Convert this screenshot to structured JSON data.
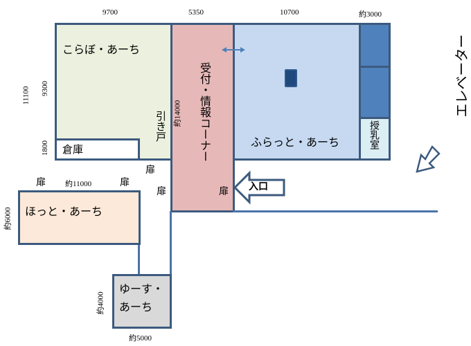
{
  "rooms": {
    "korabo": "こらぼ・あーち",
    "storage": "倉庫",
    "reception": "受付・情報コーナー",
    "flat": "ふらっと・あーち",
    "nursing": "授乳室",
    "hot": "ほっと・あーち",
    "youth_line1": "ゆーす・",
    "youth_line2": "あーち"
  },
  "labels": {
    "sliding_door": "引き戸",
    "door": "扉",
    "entrance": "入口",
    "elevator": "エレベーター"
  },
  "dimensions": {
    "korabo_width": "9700",
    "reception_width": "5350",
    "flat_width": "10700",
    "right_width": "約3000",
    "total_height": "11100",
    "korabo_height": "9300",
    "storage_height": "1800",
    "reception_length": "約14000",
    "hot_width": "約11000",
    "hot_height": "約6000",
    "youth_height": "約4000",
    "youth_width": "約5000"
  },
  "colors": {
    "border": "#3c5a7e",
    "korabo": "#ebf1de",
    "reception": "#e6b9b8",
    "flat": "#c6d9f1",
    "blue": "#4f81bd",
    "nursing": "#dbeef4",
    "hot": "#fde9d9",
    "youth": "#d9d9d9"
  }
}
